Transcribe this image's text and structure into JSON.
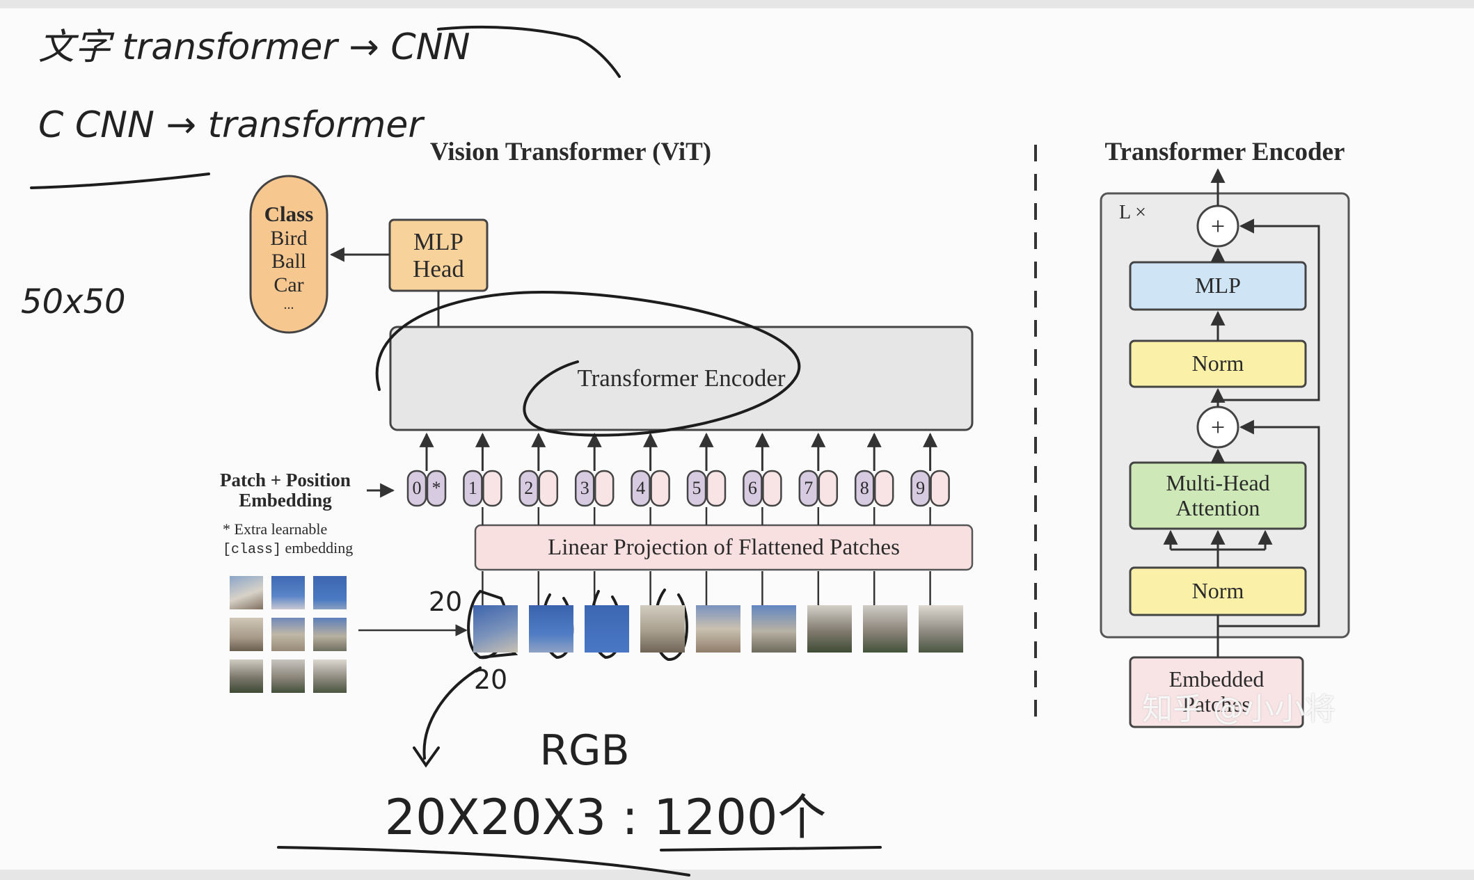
{
  "vit": {
    "title": "Vision Transformer (ViT)",
    "mlp_head": "MLP\nHead",
    "class_box": {
      "heading": "Class",
      "items": [
        "Bird",
        "Ball",
        "Car",
        "..."
      ]
    },
    "transformer_encoder": "Transformer Encoder",
    "linear_projection": "Linear Projection of Flattened Patches",
    "patch_position_label": "Patch + Position\nEmbedding",
    "extra_note_line1": "* Extra learnable",
    "extra_note_code": "[class]",
    "extra_note_line2": " embedding",
    "tokens": [
      "0",
      "1",
      "2",
      "3",
      "4",
      "5",
      "6",
      "7",
      "8",
      "9"
    ],
    "class_token_mark": "*"
  },
  "encoder_detail": {
    "title": "Transformer Encoder",
    "repeat": "L ×",
    "mlp": "MLP",
    "norm_top": "Norm",
    "attention": "Multi-Head\nAttention",
    "norm_bottom": "Norm",
    "embedded_patches": "Embedded\nPatches",
    "plus": "+"
  },
  "annotations": {
    "top_line1": "文字 transformer → CNN",
    "top_line2": "C CNN → transformer",
    "size_note": "50x50",
    "patch_w": "20",
    "patch_h": "20",
    "rgb": "RGB",
    "formula": "20X20X3 : 1200个"
  },
  "watermark": "知乎 @小小将",
  "colors": {
    "mlp_head": "#f8d29b",
    "class_box": "#f6c78f",
    "encoder_box": "#e6e6e6",
    "projection": "#f9e0e0",
    "token_purple": "#d6cbe1",
    "token_pink": "#f8e3e5",
    "mlp_block": "#cfe5f6",
    "norm_block": "#fbf0a8",
    "attention_block": "#cfe8b8",
    "embedded_block": "#f8e3e5",
    "encoder_panel": "#ebebeb"
  }
}
